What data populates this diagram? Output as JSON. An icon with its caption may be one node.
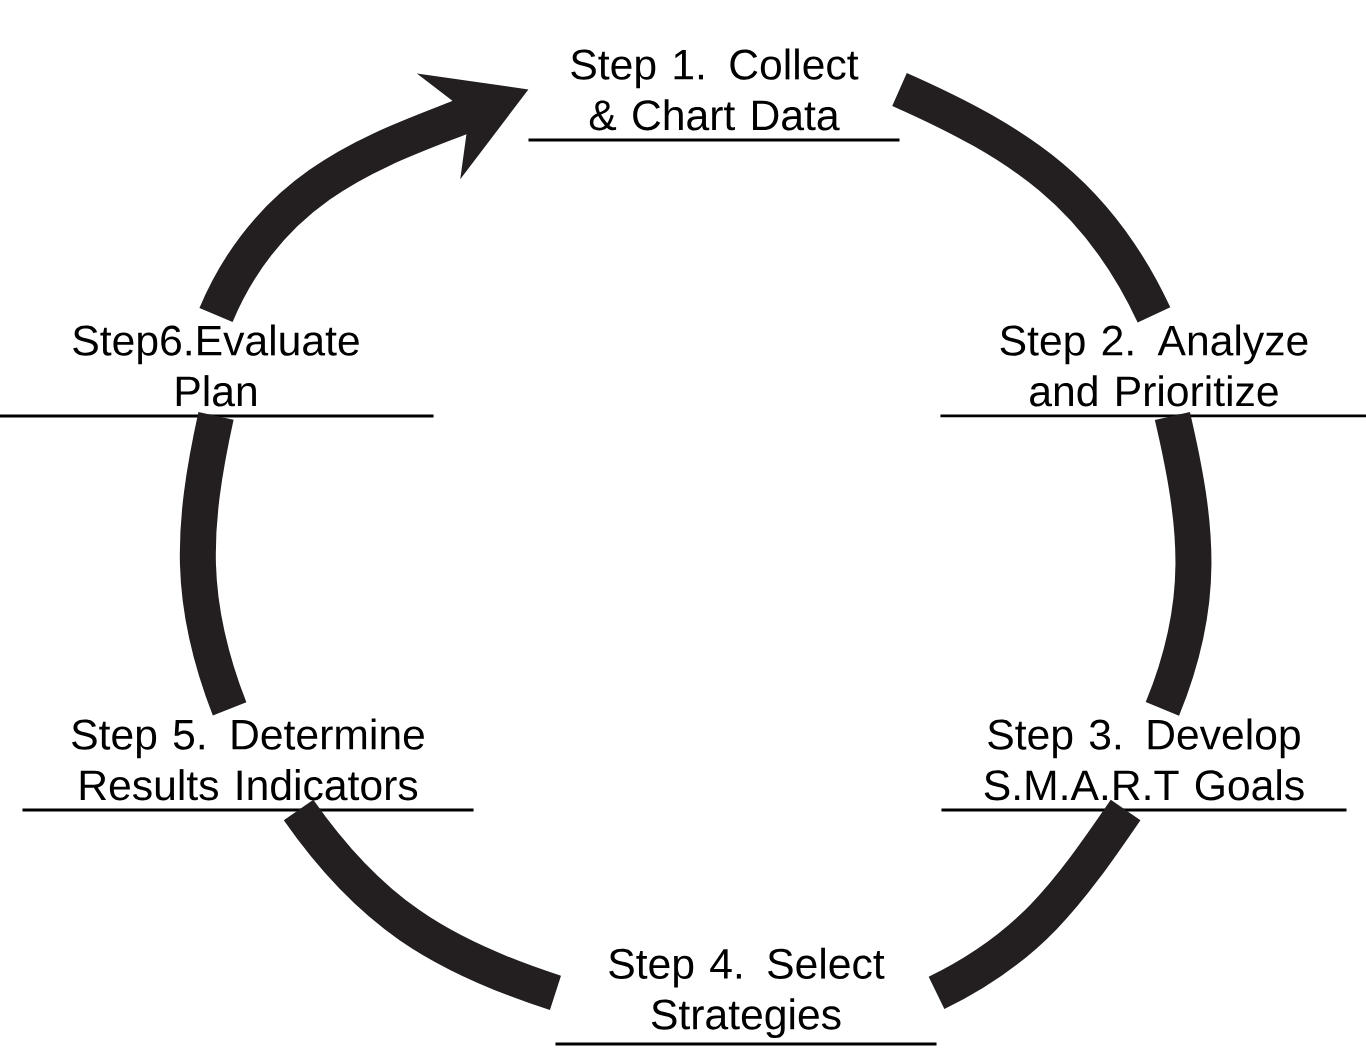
{
  "diagram": {
    "nodes": [
      {
        "text": [
          "Step 1. Collect & Chart Data"
        ]
      },
      {
        "text": [
          "Step 2. Analyze and Prioritize"
        ]
      },
      {
        "text": [
          "Step 3. Develop S.M.A.R.T Goals"
        ]
      },
      {
        "text": [
          "Step 4. Select Strategies"
        ]
      },
      {
        "text": [
          "Step 5. Determine Results Indicators"
        ]
      },
      {
        "text": [
          "Step6.Evaluate Plan"
        ]
      }
    ],
    "edges": [
      {
        "from": 0,
        "to": 1,
        "arrow": "none"
      },
      {
        "from": 1,
        "to": 2,
        "arrow": "none"
      },
      {
        "from": 2,
        "to": 3,
        "arrow": "none"
      },
      {
        "from": 3,
        "to": 4,
        "arrow": "none"
      },
      {
        "from": 4,
        "to": 5,
        "arrow": "none"
      },
      {
        "from": 5,
        "to": 0,
        "arrow": "to"
      }
    ]
  }
}
